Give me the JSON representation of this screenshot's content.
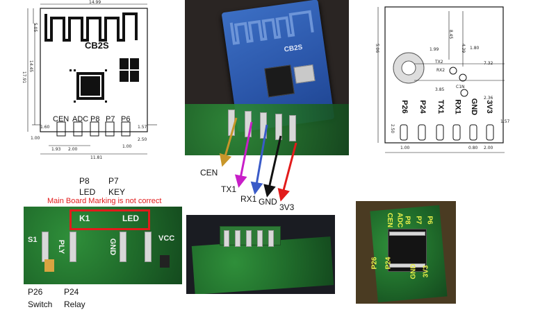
{
  "left_drawing": {
    "module_name": "CB2S",
    "pin_labels": [
      "CEN",
      "ADC",
      "P8",
      "P7",
      "P6"
    ],
    "dims": {
      "width": "14.99",
      "top_left": "5.05",
      "height_a": "17.91",
      "height_b": "14.45",
      "left_pin_offset": "1.60",
      "right_pin_offset": "1.57",
      "pin_bottom": "1.00",
      "pad_pitch": "1.93",
      "pad_gap": "2.00",
      "pad_right": "1.00",
      "total_bottom": "11.81",
      "left_edge": "1.00",
      "pad_height": "2.50"
    }
  },
  "top_photo": {
    "module_name": "CB2S",
    "labels": [
      "CEN",
      "TX1",
      "RX1",
      "GND",
      "3V3"
    ],
    "arrow_colors": [
      "#c8962a",
      "#c81ec8",
      "#3a5bc8",
      "#111111",
      "#e21b1b"
    ]
  },
  "right_drawing": {
    "pin_labels": [
      "P26",
      "P24",
      "TX1",
      "RX1",
      "GND",
      "3V3"
    ],
    "dims": {
      "top": "5.06",
      "left_side": "8.45",
      "c1": "1.99",
      "c2": "3.85",
      "c3": "4.39",
      "c4": "1.80",
      "c5": "7.32",
      "c6": "2.36",
      "bottom_left": "2.50",
      "bottom_right": "1.57",
      "pad_w": "1.00",
      "pad_gap": "0.80",
      "pad_pitch": "2.00"
    },
    "small_labels": [
      "TX2",
      "RX2",
      "C1N"
    ]
  },
  "bottom_left_photo": {
    "header": [
      {
        "pin": "P8",
        "function": "LED"
      },
      {
        "pin": "P7",
        "function": "KEY"
      }
    ],
    "warning": "Main Board Marking is not correct",
    "board_marks": [
      "K1",
      "LED",
      "S1",
      "PLY",
      "GND",
      "VCC"
    ],
    "footer": [
      {
        "pin": "P26",
        "function": "Switch"
      },
      {
        "pin": "P24",
        "function": "Relay"
      }
    ]
  },
  "bottom_right_photo": {
    "top_labels": [
      "CEN",
      "ADC",
      "P8",
      "P7",
      "P6"
    ],
    "bottom_labels": [
      "P26",
      "P24",
      "GND",
      "3V3"
    ]
  }
}
